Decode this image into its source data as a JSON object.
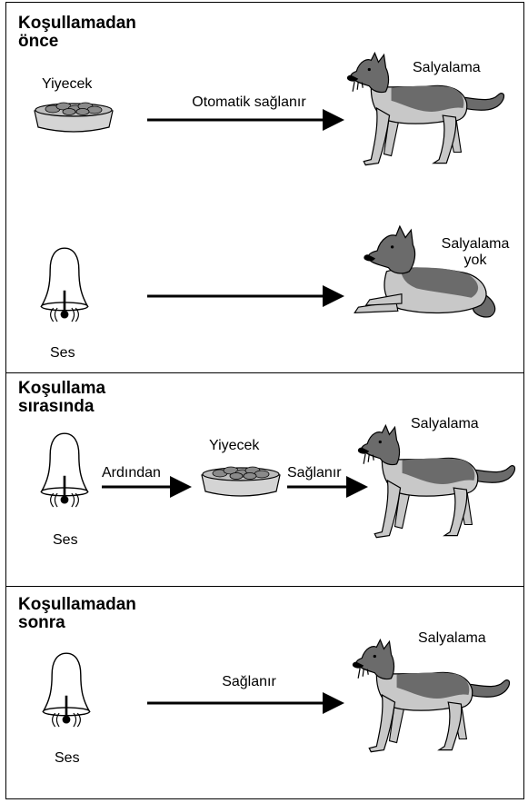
{
  "sections": [
    {
      "heading_line1": "Koşullamadan",
      "heading_line2": "önce",
      "rows": [
        {
          "stimulus_label": "Yiyecek",
          "arrow_label": "Otomatik sağlanır",
          "response_label": "Salyalama"
        },
        {
          "stimulus_label": "Ses",
          "response_label_line1": "Salyalama",
          "response_label_line2": "yok"
        }
      ]
    },
    {
      "heading_line1": "Koşullama",
      "heading_line2": "sırasında",
      "stimulus_label": "Ses",
      "arrow1_label": "Ardından",
      "food_label": "Yiyecek",
      "arrow2_label": "Sağlanır",
      "response_label": "Salyalama"
    },
    {
      "heading_line1": "Koşullamadan",
      "heading_line2": "sonra",
      "stimulus_label": "Ses",
      "arrow_label": "Sağlanır",
      "response_label": "Salyalama"
    }
  ],
  "colors": {
    "border": "#000000",
    "dog_dark": "#6b6b6b",
    "dog_light": "#c8c8c8",
    "bowl": "#d4d4d4",
    "food": "#8a8a8a"
  },
  "icons": [
    "food-bowl-icon",
    "bell-icon",
    "standing-dog-icon",
    "lying-dog-icon",
    "arrow-icon"
  ]
}
